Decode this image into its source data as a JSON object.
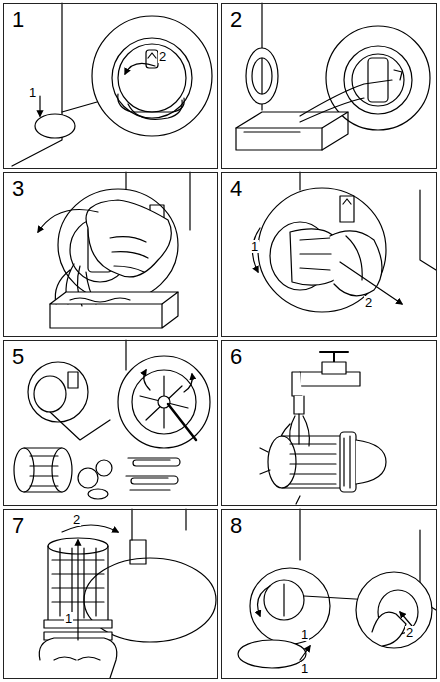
{
  "diagram": {
    "nodes": [
      {
        "text": [
          "1"
        ]
      },
      {
        "text": [
          "2"
        ]
      },
      {
        "text": [
          "3"
        ]
      },
      {
        "text": [
          "4"
        ]
      },
      {
        "text": [
          "5"
        ]
      },
      {
        "text": [
          "6"
        ]
      },
      {
        "text": [
          "7"
        ]
      },
      {
        "text": [
          "8"
        ]
      }
    ],
    "labels": [
      "1",
      "2",
      "1",
      "2",
      "2",
      "1",
      "1",
      "1",
      "2"
    ]
  }
}
